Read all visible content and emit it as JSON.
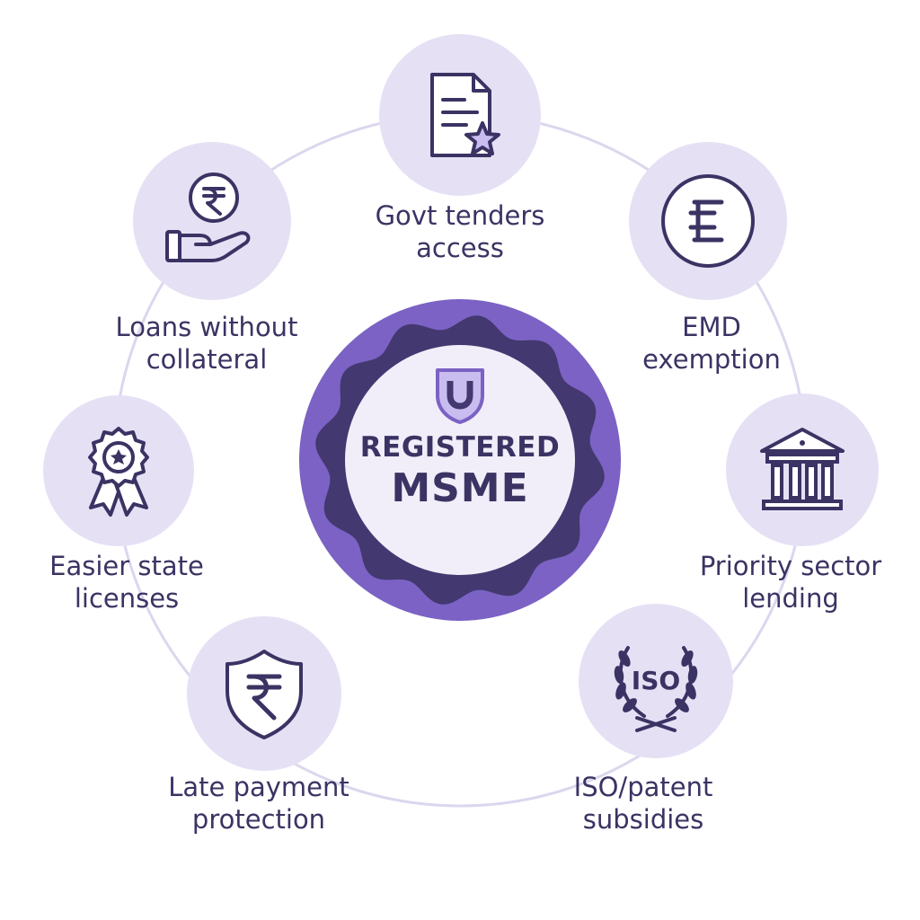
{
  "center": {
    "line1": "REGISTERED",
    "line2": "MSME",
    "emblem": "shield-u-emblem"
  },
  "benefits": [
    {
      "lines": [
        "Govt tenders",
        "access"
      ],
      "icon": "document-star-icon"
    },
    {
      "lines": [
        "EMD",
        "exemption"
      ],
      "icon": "currency-coin-icon"
    },
    {
      "lines": [
        "Priority sector",
        "lending"
      ],
      "icon": "bank-building-icon"
    },
    {
      "lines": [
        "ISO/patent",
        "subsidies"
      ],
      "icon": "laurel-iso-icon",
      "badge": "ISO"
    },
    {
      "lines": [
        "Late payment",
        "protection"
      ],
      "icon": "rupee-shield-icon"
    },
    {
      "lines": [
        "Easier state",
        "licenses"
      ],
      "icon": "award-ribbon-icon"
    },
    {
      "lines": [
        "Loans without",
        "collateral"
      ],
      "icon": "hand-rupee-coin-icon"
    }
  ],
  "colors": {
    "icon_stroke": "#3b3363",
    "node_fill": "#e6e0f5",
    "seal_outer": "#7b62c4",
    "seal_inner": "#43386f",
    "seal_center": "#f1eef9",
    "ring": "#dcd6ee"
  }
}
